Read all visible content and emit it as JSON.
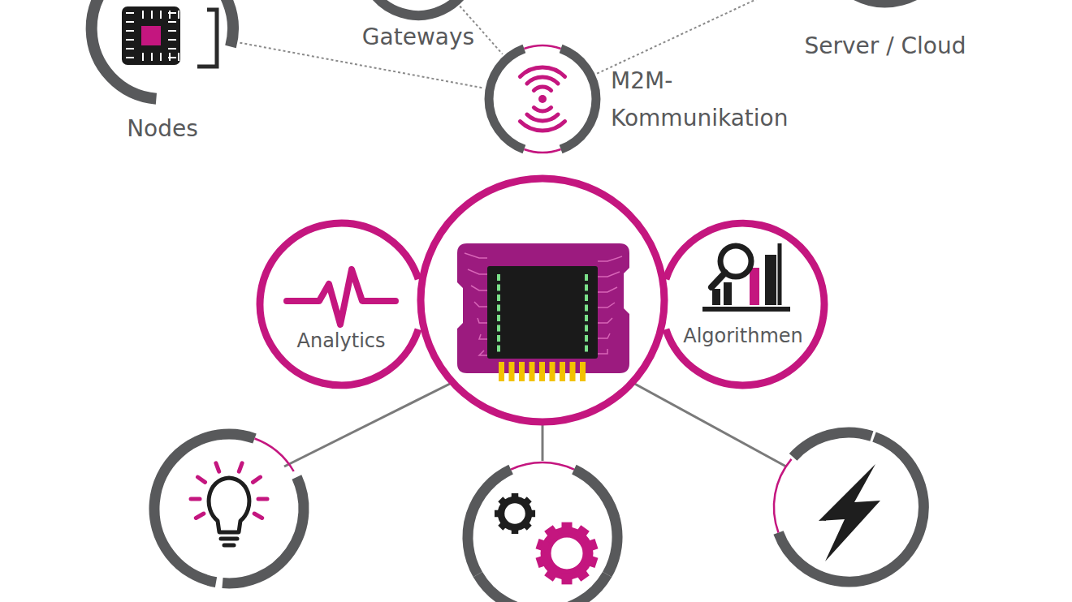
{
  "diagram": {
    "nodes": [
      {
        "text": [
          "Nodes"
        ]
      },
      {
        "text": [
          "Gateways"
        ]
      },
      {
        "text": [
          "Server / Cloud"
        ]
      },
      {
        "text": [
          "M2M- Kommunikation"
        ]
      },
      {
        "text": [
          "Analytics"
        ]
      },
      {
        "text": [
          "Algorithmen"
        ]
      }
    ],
    "edges": [
      {
        "from": 0,
        "to": 3,
        "arrow": "none"
      },
      {
        "from": 1,
        "to": 3,
        "arrow": "none"
      },
      {
        "from": 3,
        "to": 2,
        "arrow": "none"
      }
    ]
  }
}
